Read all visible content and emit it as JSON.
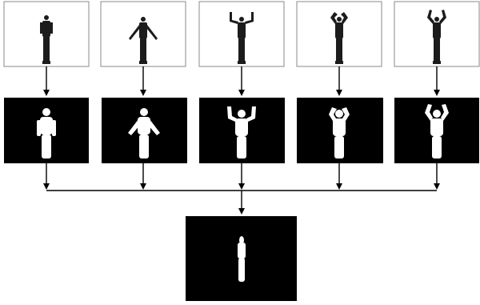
{
  "diagram": {
    "description_kind": "silhouette-extraction-flow",
    "colors": {
      "photo_background": "#ffffff",
      "mask_background": "#000000",
      "silhouette": "#ffffff",
      "connector": "#000000"
    },
    "poses": [
      {
        "id": "arms-down",
        "icon": "person-arms-down-icon"
      },
      {
        "id": "arms-out-low",
        "icon": "person-arms-out-icon"
      },
      {
        "id": "arms-raised",
        "icon": "person-arms-raised-icon"
      },
      {
        "id": "hands-on-head",
        "icon": "person-hands-on-head-icon"
      },
      {
        "id": "arms-overhead",
        "icon": "person-arms-overhead-icon"
      }
    ],
    "merged_output": {
      "id": "combined-silhouette",
      "icon": "combined-silhouette-icon"
    }
  }
}
